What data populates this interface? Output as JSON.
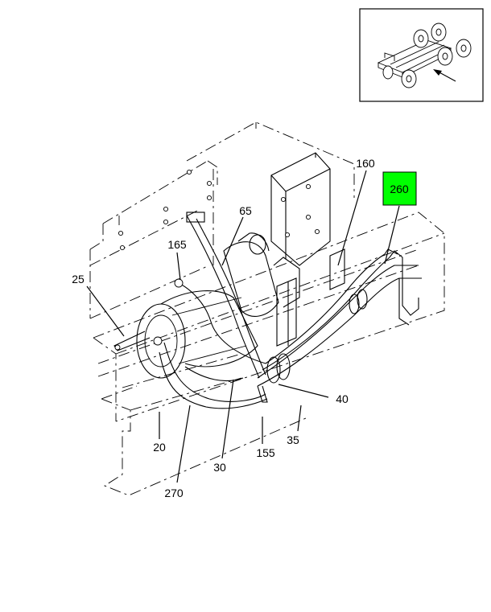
{
  "highlight_color": "#00ff00",
  "labels": {
    "p260": "260",
    "p160": "160",
    "p65": "65",
    "p165": "165",
    "p25": "25",
    "p40": "40",
    "p20": "20",
    "p35": "35",
    "p155": "155",
    "p30": "30",
    "p270": "270"
  }
}
